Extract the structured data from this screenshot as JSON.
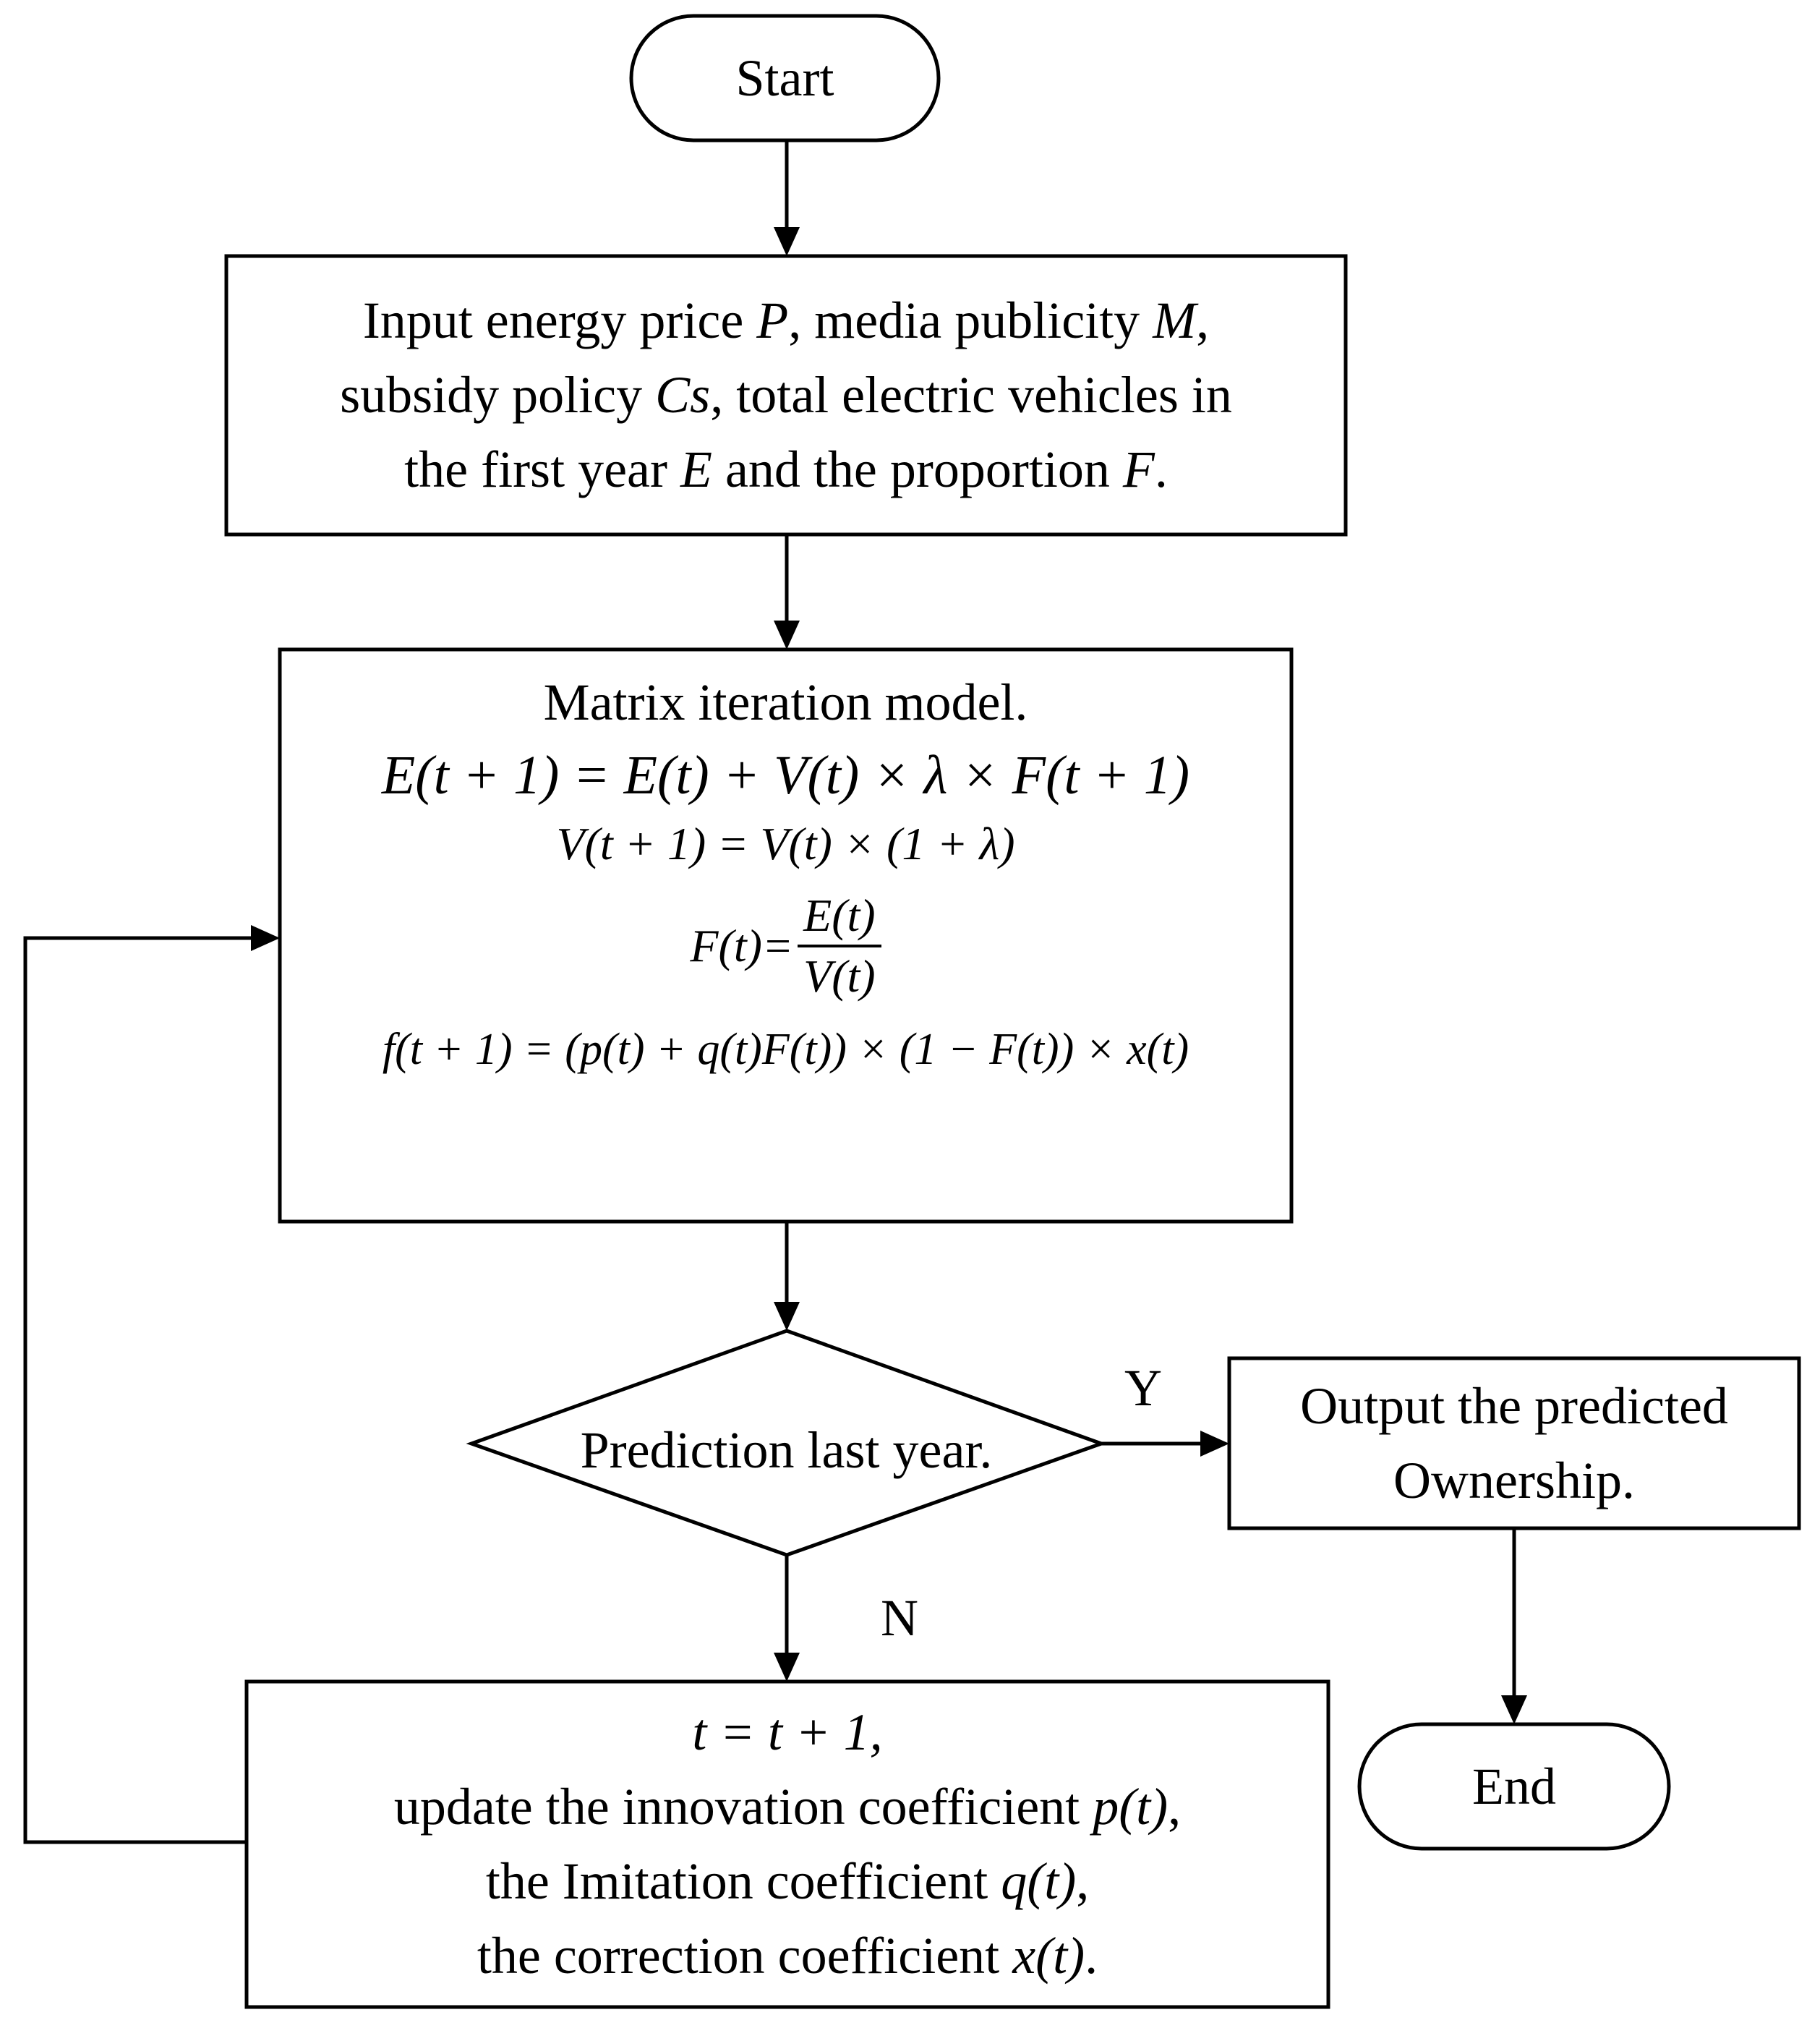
{
  "start": {
    "label": "Start"
  },
  "end": {
    "label": "End"
  },
  "input": {
    "line1_pre": "Input energy price ",
    "line1_var1": "P",
    "line1_mid": ", media publicity ",
    "line1_var2": "M",
    "line1_post": ",",
    "line2_pre": "subsidy policy ",
    "line2_var": "Cs",
    "line2_post": ", total electric vehicles in",
    "line3_pre": "the first year ",
    "line3_var1": "E",
    "line3_mid": " and the proportion ",
    "line3_var2": "F",
    "line3_post": "."
  },
  "model": {
    "title": "Matrix iteration model.",
    "eq1": "E(t + 1) = E(t) + V(t) × λ × F(t + 1)",
    "eq2": "V(t + 1) = V(t) × (1 + λ)",
    "eq3_lhs": "F(t)=",
    "eq3_num": "E(t)",
    "eq3_den": "V(t)",
    "eq4": "f(t + 1) = (p(t) + q(t)F(t)) × (1 − F(t)) × x(t)"
  },
  "decision": {
    "label": "Prediction last year.",
    "yes": "Y",
    "no": "N"
  },
  "output": {
    "line1": "Output the predicted",
    "line2": "Ownership."
  },
  "update": {
    "line1": "t = t + 1,",
    "line2_pre": "update the  innovation coefficient ",
    "line2_var": "p(t)",
    "line2_post": ",",
    "line3_pre": "the Imitation coefficient ",
    "line3_var": "q(t)",
    "line3_post": ",",
    "line4_pre": "the correction coefficient ",
    "line4_var": "x(t)",
    "line4_post": "."
  }
}
